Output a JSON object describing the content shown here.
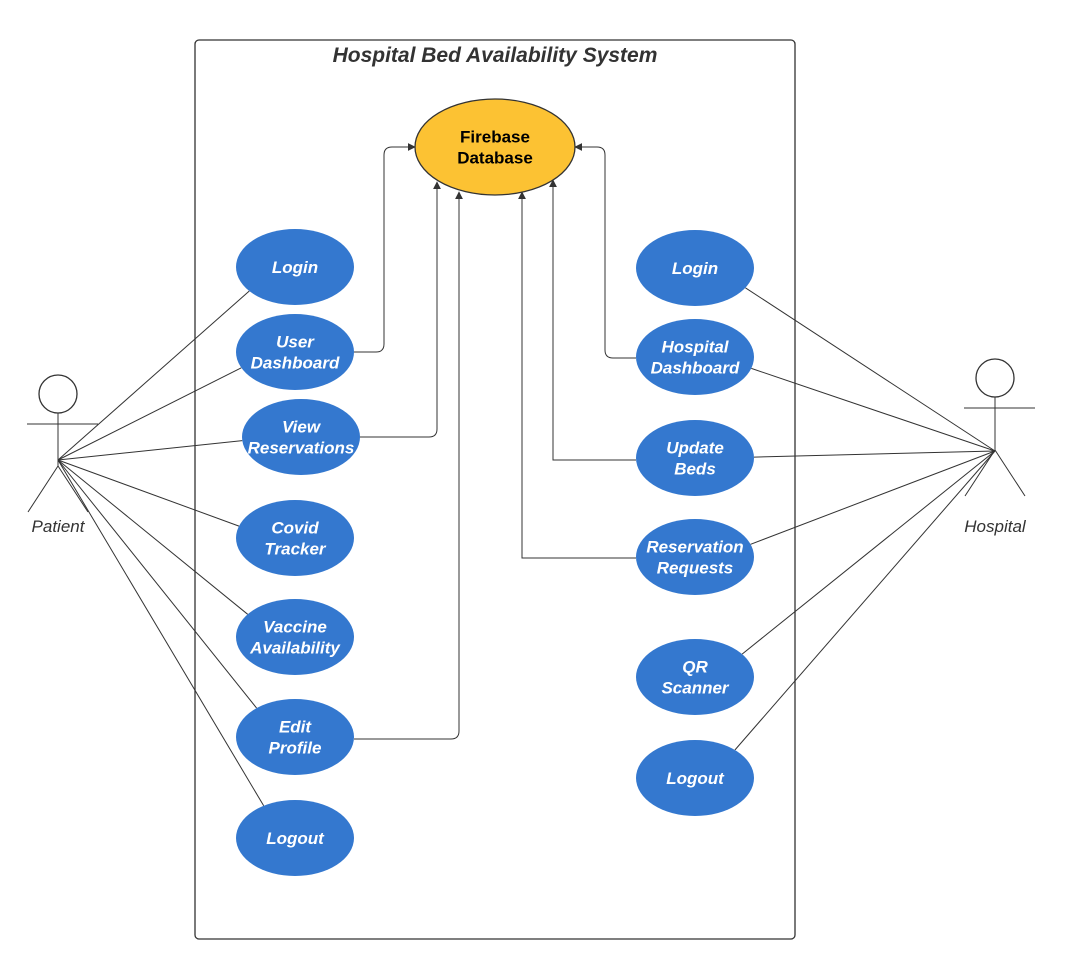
{
  "diagram": {
    "title": "Hospital Bed Availability System",
    "colors": {
      "use_case_fill": "#3478cf",
      "database_fill": "#fcc233",
      "line": "#333333"
    },
    "database": {
      "lines": [
        "Firebase",
        "Database"
      ]
    },
    "actors": [
      {
        "id": "patient",
        "label": "Patient"
      },
      {
        "id": "hospital",
        "label": "Hospital"
      }
    ],
    "patient_use_cases": [
      {
        "id": "p-login",
        "lines": [
          "Login"
        ]
      },
      {
        "id": "p-user-dashboard",
        "lines": [
          "User",
          "Dashboard"
        ]
      },
      {
        "id": "p-view-reservations",
        "lines": [
          "View",
          "Reservations"
        ]
      },
      {
        "id": "p-covid-tracker",
        "lines": [
          "Covid",
          "Tracker"
        ]
      },
      {
        "id": "p-vaccine-availability",
        "lines": [
          "Vaccine",
          "Availability"
        ]
      },
      {
        "id": "p-edit-profile",
        "lines": [
          "Edit",
          "Profile"
        ]
      },
      {
        "id": "p-logout",
        "lines": [
          "Logout"
        ]
      }
    ],
    "hospital_use_cases": [
      {
        "id": "h-login",
        "lines": [
          "Login"
        ]
      },
      {
        "id": "h-hospital-dashboard",
        "lines": [
          "Hospital",
          "Dashboard"
        ]
      },
      {
        "id": "h-update-beds",
        "lines": [
          "Update",
          "Beds"
        ]
      },
      {
        "id": "h-reservation-requests",
        "lines": [
          "Reservation",
          "Requests"
        ]
      },
      {
        "id": "h-qr-scanner",
        "lines": [
          "QR",
          "Scanner"
        ]
      },
      {
        "id": "h-logout",
        "lines": [
          "Logout"
        ]
      }
    ],
    "database_links": [
      "p-user-dashboard",
      "p-view-reservations",
      "p-edit-profile",
      "h-hospital-dashboard",
      "h-update-beds",
      "h-reservation-requests"
    ]
  }
}
